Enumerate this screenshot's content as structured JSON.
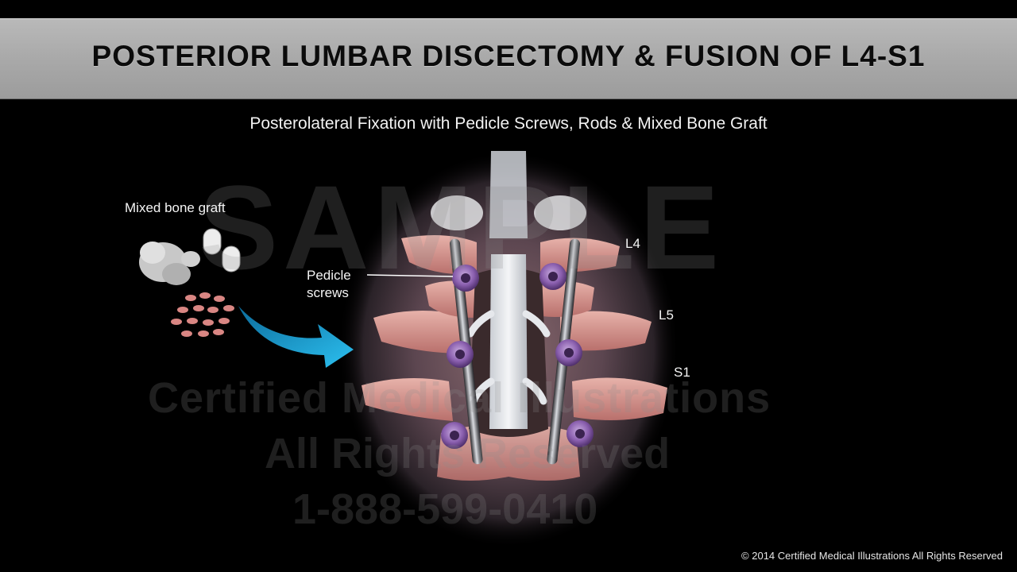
{
  "header": {
    "title": "POSTERIOR LUMBAR DISCECTOMY & FUSION OF L4-S1"
  },
  "subtitle": "Posterolateral Fixation with Pedicle Screws, Rods & Mixed Bone Graft",
  "labels": {
    "bone_graft": "Mixed bone graft",
    "pedicle_line1": "Pedicle",
    "pedicle_line2": "screws",
    "l4": "L4",
    "l5": "L5",
    "s1": "S1"
  },
  "watermark": {
    "sample": "SAMPLE",
    "line1": "Certified Medical Illustrations",
    "line2": "All Rights Reserved",
    "line3": "1-888-599-0410"
  },
  "footer": {
    "copyright": "© 2014 Certified Medical Illustrations All Rights Reserved"
  },
  "colors": {
    "title_bar": "#a9a9a9",
    "bone": "#d79a93",
    "screw_head": "#8a5fae",
    "arrow": "#1aa6de"
  }
}
